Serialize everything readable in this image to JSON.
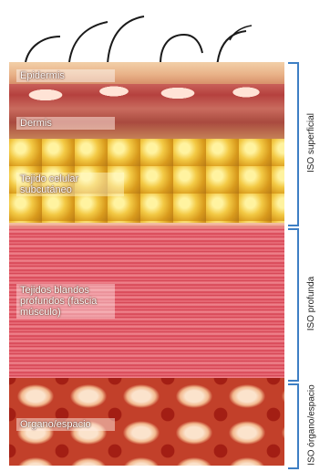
{
  "layers": {
    "epidermis": "Epidermis",
    "dermis": "Dermis",
    "subcutaneous": "Tejido celular\nsubcutáneo",
    "deep": "Tejidos blandos\nprofundos (fascia\nmúsculo)",
    "organ": "Organo/espacio"
  },
  "brackets": {
    "superficial": "ISO superficial",
    "profunda": "ISO profunda",
    "organo": "ISO órgano/espacio"
  },
  "colors": {
    "bracket": "#3e7fc4",
    "hair": "#1a1a1a"
  }
}
